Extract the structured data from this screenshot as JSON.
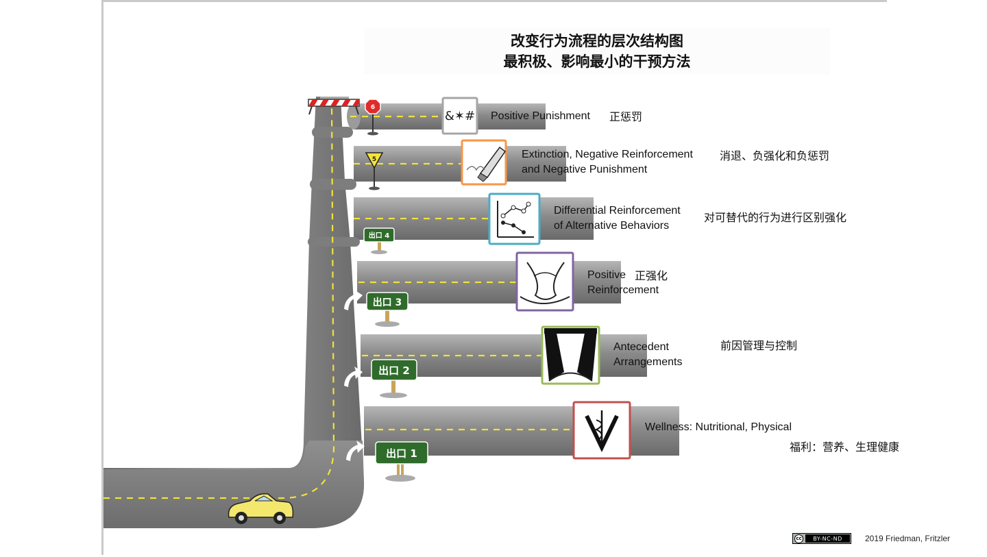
{
  "title": {
    "line1": "改变行为流程的层次结构图",
    "line2": "最积极、影响最小的干预方法"
  },
  "levels": [
    {
      "en_line1": "Wellness: Nutritional, Physical",
      "en_line2": "",
      "zh": "福利：营养、生理健康",
      "frame_color": "#c0504d",
      "icon": "caduceus-icon"
    },
    {
      "en_line1": "Antecedent",
      "en_line2": "Arrangements",
      "zh": "前因管理与控制",
      "frame_color": "#9bbb59",
      "icon": "set-the-stage-icon"
    },
    {
      "en_line1": "Positive",
      "en_line2": "Reinforcement",
      "zh": "正强化",
      "frame_color": "#8064a2",
      "icon": "gift-bag-icon"
    },
    {
      "en_line1": "Differential Reinforcement",
      "en_line2": "of Alternative Behaviors",
      "zh": "对可替代的行为进行区别强化",
      "frame_color": "#4bacc6",
      "icon": "line-graph-icon"
    },
    {
      "en_line1": "Extinction, Negative Reinforcement",
      "en_line2": "and Negative Punishment",
      "zh": "消退、负强化和负惩罚",
      "frame_color": "#f79646",
      "icon": "eraser-icon"
    },
    {
      "en_line1": "Positive Punishment",
      "en_line2": "",
      "zh": "正惩罚",
      "frame_color": "#a6a6a6",
      "icon": "grawlix-icon"
    }
  ],
  "exit_signs": [
    "出口 1",
    "出口 2",
    "出口 3",
    "出口 4"
  ],
  "road_signs": [
    "5",
    "6"
  ],
  "colors": {
    "road": "#8c8c8c",
    "road_dark": "#6f6f6f",
    "lane_dash": "#f5e43a",
    "exit_sign": "#2f6b2b",
    "car": "#f4e76e"
  },
  "license_badge": "BY-NC-ND",
  "license_cc": "cc",
  "credit": "2019 Friedman, Fritzler"
}
